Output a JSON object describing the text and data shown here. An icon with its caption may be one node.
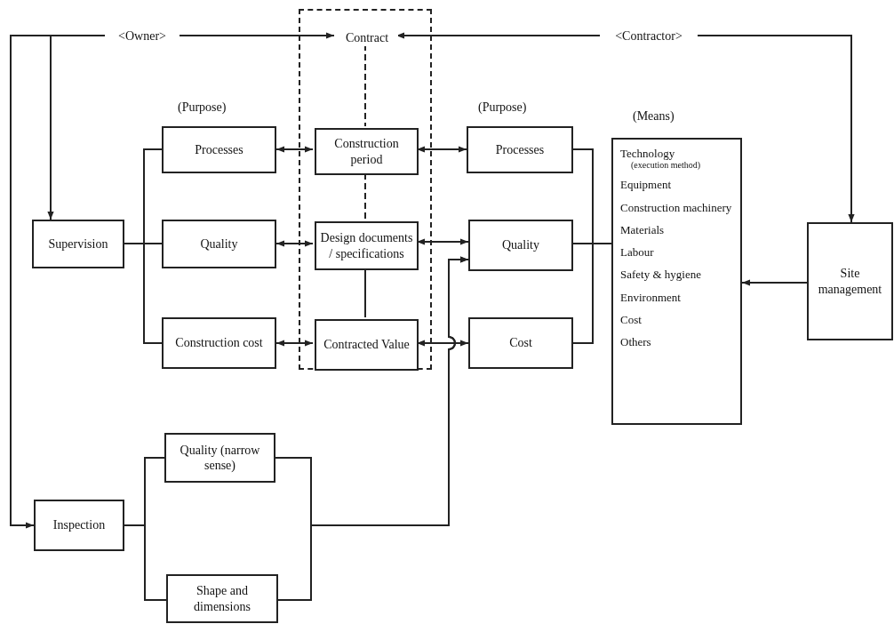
{
  "diagram": {
    "nodes": [
      {
        "text": [
          "<Owner>"
        ]
      },
      {
        "text": [],
        "shape": "box"
      },
      {
        "text": [
          "Contract"
        ],
        "in": 1
      },
      {
        "text": [
          "Construction period"
        ],
        "in": 1
      },
      {
        "text": [
          "Design documents / specifications"
        ],
        "in": 1
      },
      {
        "text": [
          "Contracted Value"
        ],
        "in": 1
      },
      {
        "text": [
          "<Contractor>"
        ]
      },
      {
        "text": [
          "Supervision"
        ]
      },
      {
        "text": [
          "Processes"
        ]
      },
      {
        "text": [
          "Quality"
        ]
      },
      {
        "text": [
          "Construction cost"
        ]
      },
      {
        "text": [
          "Processes"
        ]
      },
      {
        "text": [
          "Quality"
        ]
      },
      {
        "text": [
          "Cost"
        ]
      },
      {
        "text": [
          "Technology",
          "(execution method)",
          "Equipment",
          "Construction machinery",
          "Materials",
          "Labour",
          "Safety & hygiene",
          "Environment",
          "Cost",
          "Others"
        ]
      },
      {
        "text": [
          "Site management"
        ]
      },
      {
        "text": [
          "Inspection"
        ]
      },
      {
        "text": [
          "Quality (narrow sense)"
        ]
      },
      {
        "text": [
          "Shape and dimensions"
        ]
      }
    ],
    "edges": [
      {
        "from": 0,
        "to": 2,
        "arrow": "to"
      },
      {
        "from": 0,
        "to": 7,
        "arrow": "to"
      },
      {
        "from": 0,
        "to": 16,
        "arrow": "to"
      },
      {
        "from": 6,
        "to": 2,
        "arrow": "to"
      },
      {
        "from": 6,
        "to": 15,
        "arrow": "to"
      },
      {
        "from": 2,
        "to": 3,
        "arrow": "none",
        "style": "dashed"
      },
      {
        "from": 3,
        "to": 4,
        "arrow": "none",
        "style": "dashed"
      },
      {
        "from": 4,
        "to": 5,
        "arrow": "none"
      },
      {
        "from": 3,
        "to": 8,
        "arrow": "both"
      },
      {
        "from": 4,
        "to": 9,
        "arrow": "both"
      },
      {
        "from": 5,
        "to": 10,
        "arrow": "both"
      },
      {
        "from": 3,
        "to": 11,
        "arrow": "both"
      },
      {
        "from": 4,
        "to": 12,
        "arrow": "both"
      },
      {
        "from": 5,
        "to": 13,
        "arrow": "both"
      },
      {
        "from": 7,
        "to": 8,
        "arrow": "none"
      },
      {
        "from": 7,
        "to": 9,
        "arrow": "none"
      },
      {
        "from": 7,
        "to": 10,
        "arrow": "none"
      },
      {
        "from": 11,
        "to": 14,
        "arrow": "none"
      },
      {
        "from": 12,
        "to": 14,
        "arrow": "none"
      },
      {
        "from": 13,
        "to": 14,
        "arrow": "none"
      },
      {
        "from": 15,
        "to": 14,
        "arrow": "to"
      },
      {
        "from": 16,
        "to": 17,
        "arrow": "none"
      },
      {
        "from": 16,
        "to": 18,
        "arrow": "none"
      },
      {
        "from": 17,
        "to": 12,
        "arrow": "to"
      },
      {
        "from": 18,
        "to": 12,
        "arrow": "to"
      }
    ],
    "labels": [
      "(Purpose)",
      "(Purpose)",
      "(Means)"
    ]
  }
}
